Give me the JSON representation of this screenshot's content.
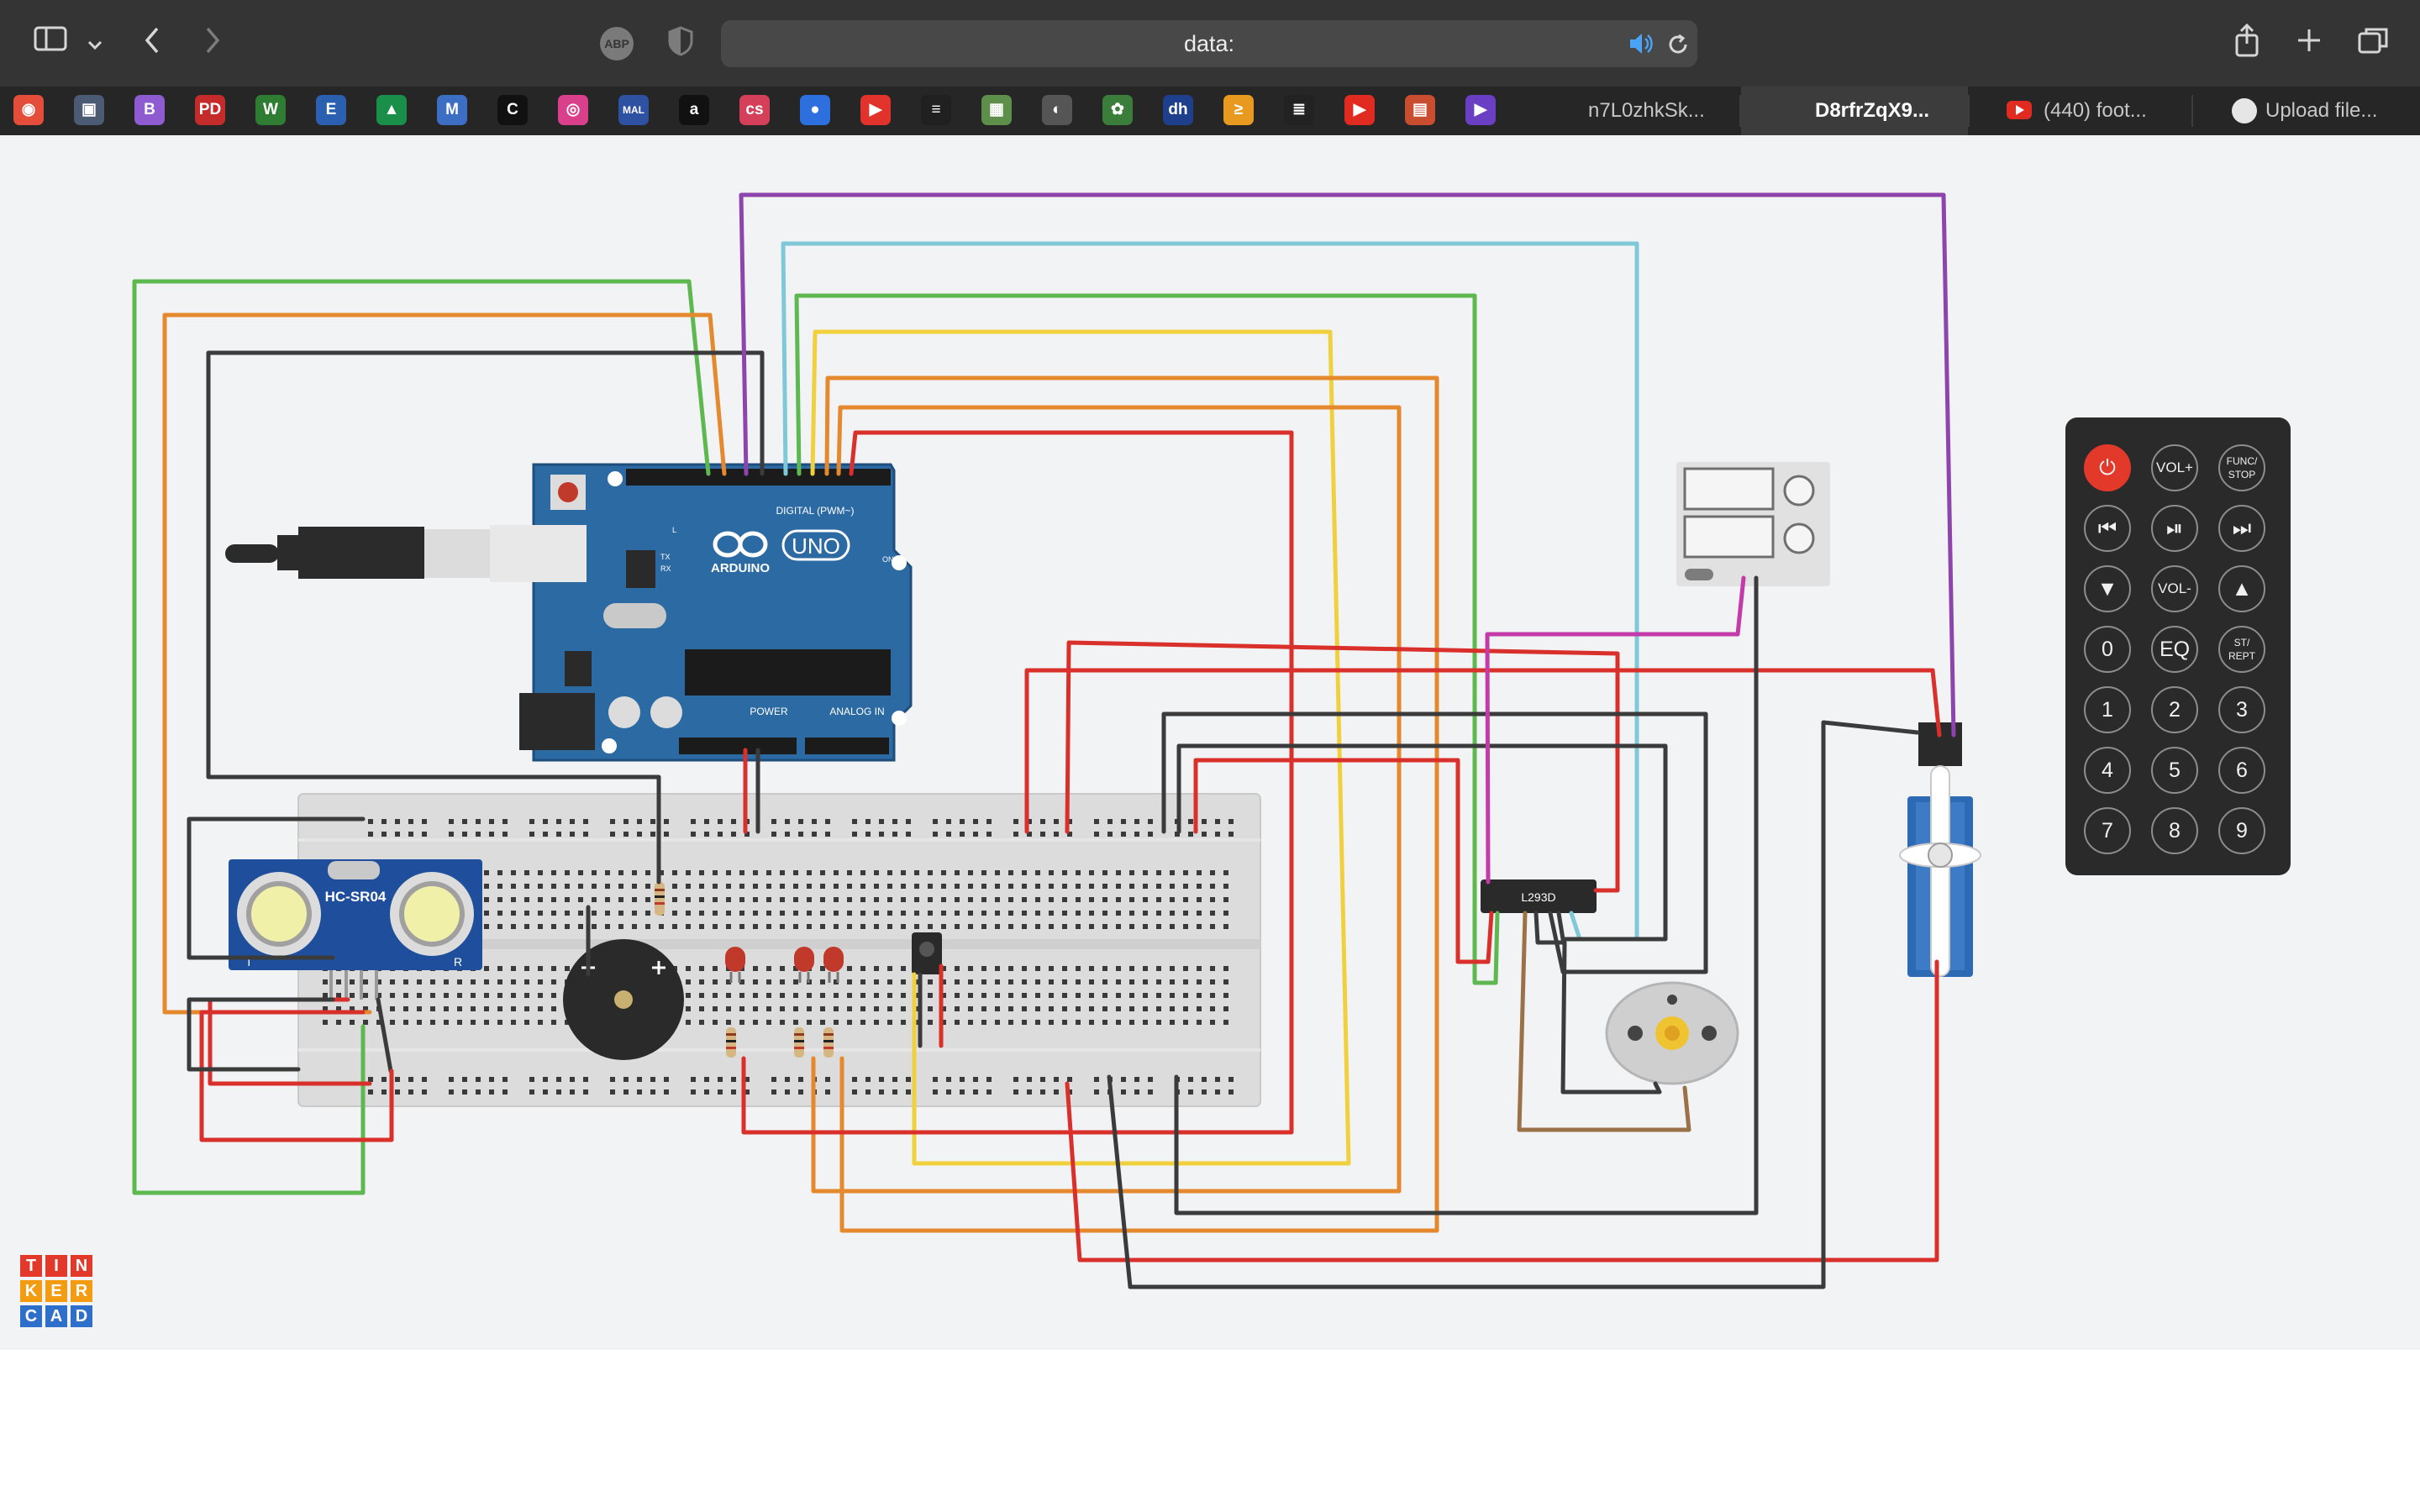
{
  "browser": {
    "url": "data:",
    "toolbar_icons": [
      "sidebar-icon",
      "chevron-down-icon",
      "back-icon",
      "forward-icon",
      "adblock-icon",
      "shield-icon",
      "speaker-icon",
      "reload-icon",
      "share-icon",
      "new-tab-icon",
      "tabs-overview-icon"
    ],
    "adblock_label": "ABP",
    "favicons": [
      {
        "name": "favicon-1",
        "label": "◉",
        "color": "#e44d3a"
      },
      {
        "name": "favicon-2",
        "label": "▣",
        "color": "#4a5b73"
      },
      {
        "name": "favicon-3",
        "label": "B",
        "color": "#8e5bd0"
      },
      {
        "name": "favicon-4",
        "label": "PD",
        "color": "#c62b2b"
      },
      {
        "name": "favicon-5",
        "label": "W",
        "color": "#2f7d32"
      },
      {
        "name": "favicon-6",
        "label": "E",
        "color": "#2b5fb0"
      },
      {
        "name": "favicon-7",
        "label": "▲",
        "color": "#1a8f4a"
      },
      {
        "name": "favicon-8",
        "label": "M",
        "color": "#3c6fc4"
      },
      {
        "name": "favicon-9",
        "label": "C",
        "color": "#111111"
      },
      {
        "name": "favicon-10",
        "label": "◎",
        "color": "#d93f8a"
      },
      {
        "name": "favicon-11",
        "label": "MAL",
        "color": "#2e51a2"
      },
      {
        "name": "favicon-12",
        "label": "a",
        "color": "#111111"
      },
      {
        "name": "favicon-13",
        "label": "cs",
        "color": "#d43f5a"
      },
      {
        "name": "favicon-14",
        "label": "●",
        "color": "#2e6fe0"
      },
      {
        "name": "favicon-15",
        "label": "▶",
        "color": "#e1332b"
      },
      {
        "name": "favicon-16",
        "label": "≡",
        "color": "#202020"
      },
      {
        "name": "favicon-17",
        "label": "▦",
        "color": "#5e8f4a"
      },
      {
        "name": "favicon-18",
        "label": "◐",
        "color": "#555555"
      },
      {
        "name": "favicon-19",
        "label": "✿",
        "color": "#3b7d3b"
      },
      {
        "name": "favicon-20",
        "label": "dh",
        "color": "#1d3f8c"
      },
      {
        "name": "favicon-21",
        "label": "≥",
        "color": "#e79a1f"
      },
      {
        "name": "favicon-22",
        "label": "≣",
        "color": "#222222"
      },
      {
        "name": "favicon-23",
        "label": "▶",
        "color": "#e12a20"
      },
      {
        "name": "favicon-24",
        "label": "▤",
        "color": "#c94d2f"
      },
      {
        "name": "favicon-25",
        "label": "▶",
        "color": "#6a3fc4"
      }
    ],
    "tabs": [
      {
        "label": "n7L0zhkSk...",
        "active": false
      },
      {
        "label": "D8rfrZqX9...",
        "active": true
      },
      {
        "label": "(440) foot...",
        "active": false
      },
      {
        "label": "Upload file...",
        "active": false
      }
    ]
  },
  "circuit": {
    "arduino": {
      "brand": "ARDUINO",
      "model": "UNO",
      "digital_label": "DIGITAL (PWM~)",
      "power_label": "POWER",
      "analog_label": "ANALOG IN",
      "on_label": "ON",
      "tx_label": "TX",
      "rx_label": "RX",
      "l_label": "L"
    },
    "sensor_label": "HC-SR04",
    "sensor_t": "T",
    "sensor_r": "R",
    "driver_label": "L293D",
    "remote": {
      "buttons": [
        "",
        "VOL+",
        "FUNC/ STOP",
        "",
        "",
        "",
        "",
        "VOL-",
        "",
        "0",
        "EQ",
        "ST/ REPT",
        "1",
        "2",
        "3",
        "4",
        "5",
        "6",
        "7",
        "8",
        "9"
      ],
      "power_color": "#e3392b"
    },
    "wire_colors": {
      "green": "#5cb84f",
      "orange": "#e5892f",
      "black": "#3b3b3b",
      "purple": "#8e44ad",
      "cyan": "#7ec8d8",
      "yellow": "#f0d03c",
      "red": "#d9302c",
      "magenta": "#c33aa8",
      "brown": "#9b7248"
    }
  },
  "logo": {
    "letters": [
      "T",
      "I",
      "N",
      "K",
      "E",
      "R",
      "C",
      "A",
      "D"
    ]
  }
}
